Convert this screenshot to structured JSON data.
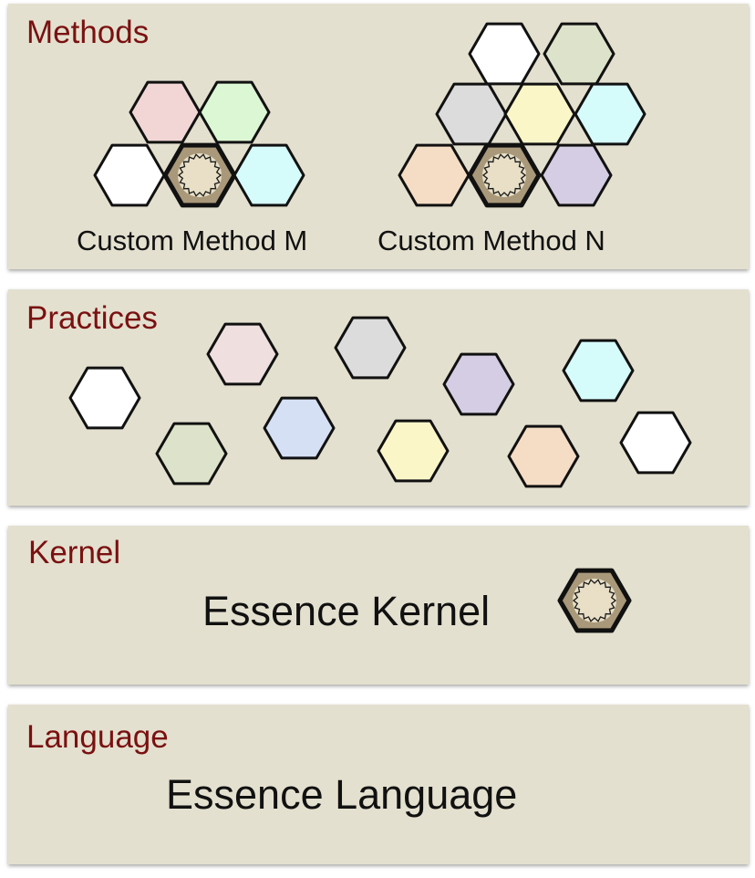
{
  "layers": {
    "methods": {
      "title": "Methods",
      "custom_method_m": "Custom Method M",
      "custom_method_n": "Custom Method N"
    },
    "practices": {
      "title": "Practices"
    },
    "kernel": {
      "title": "Kernel",
      "label": "Essence Kernel"
    },
    "language": {
      "title": "Language",
      "label": "Essence Language"
    }
  },
  "colors": {
    "panel_background": "#e4e0cf",
    "layer_title": "#7a1111",
    "kernel_hex_fill": "#a9997a",
    "practice_white": "#ffffff",
    "practice_pink": "#f2d6d6",
    "practice_green": "#dcf7d4",
    "practice_cyan": "#d6fbfb",
    "practice_sage": "#dde3ca",
    "practice_grey": "#dcdcdc",
    "practice_yellow": "#fbf6c8",
    "practice_peach": "#f5dcc4",
    "practice_lavender": "#d4cde3",
    "practice_rose": "#efdfdf",
    "practice_blue": "#d5e0f5"
  },
  "icons": {
    "kernel": "gear-hexagon-icon",
    "practice": "hexagon-icon"
  }
}
